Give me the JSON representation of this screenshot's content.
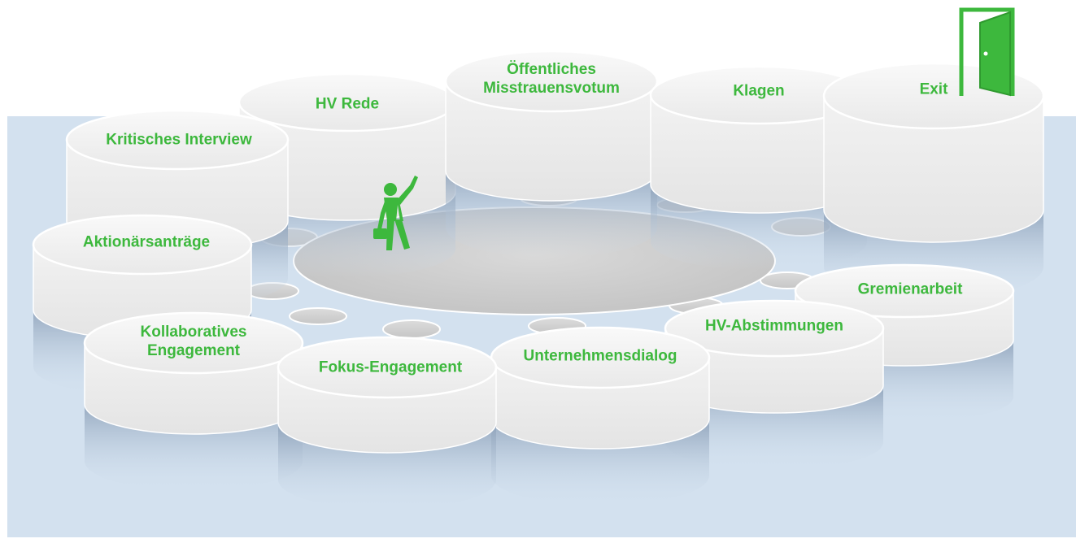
{
  "diagram": {
    "accent_color": "#3db83d",
    "floor_color": "#d3e1ef",
    "center_platform": {
      "label": ""
    },
    "figure": {
      "icon": "businessman-with-briefcase-waving-icon"
    },
    "exit_door": {
      "icon": "open-door-icon"
    },
    "pillars": [
      {
        "id": "hv-rede",
        "label": "HV Rede"
      },
      {
        "id": "oeffentliches-misstrauensvotum",
        "label": "Öffentliches\nMisstrauensvotum"
      },
      {
        "id": "klagen",
        "label": "Klagen"
      },
      {
        "id": "exit",
        "label": "Exit"
      },
      {
        "id": "kritisches-interview",
        "label": "Kritisches Interview"
      },
      {
        "id": "aktionaersantraege",
        "label": "Aktionärsanträge"
      },
      {
        "id": "gremienarbeit",
        "label": "Gremienarbeit"
      },
      {
        "id": "hv-abstimmungen",
        "label": "HV-Abstimmungen"
      },
      {
        "id": "kollaboratives-engagement",
        "label": "Kollaboratives\nEngagement"
      },
      {
        "id": "unternehmensdialog",
        "label": "Unternehmensdialog"
      },
      {
        "id": "fokus-engagement",
        "label": "Fokus-Engagement"
      }
    ]
  }
}
